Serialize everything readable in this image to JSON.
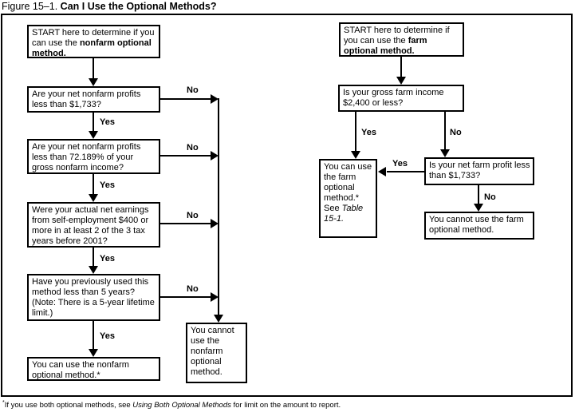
{
  "title": {
    "figure_label": "Figure 15–1.",
    "heading": "Can I Use the Optional Methods?"
  },
  "labels": {
    "yes": "Yes",
    "no": "No"
  },
  "nonfarm": {
    "start_plain": "START here to determine if you can use the ",
    "start_bold": "nonfarm optional method.",
    "q_profits": "Are your net nonfarm profits less than $1,733?",
    "q_percent": "Are your net nonfarm profits less than 72.189% of your gross nonfarm income?",
    "q_earnings": "Were your actual net earnings from self-employment $400 or more in at least 2 of the 3 tax years before 2001?",
    "q_years": "Have you previously used this method less than 5 years? (Note: There is a 5-year lifetime limit.)",
    "outcome_can": "You can use the nonfarm optional method.*",
    "outcome_cannot": "You cannot use the nonfarm optional method."
  },
  "farm": {
    "start_plain": "START here to determine if you can use the ",
    "start_bold": "farm optional method.",
    "q_gross": "Is your gross farm income $2,400 or less?",
    "q_profit": "Is your net farm profit less than $1,733?",
    "outcome_can_main": "You can use the farm optional method.* ",
    "outcome_can_see": "See ",
    "outcome_can_ref": "Table 15-1.",
    "outcome_cannot": "You cannot use the farm optional method."
  },
  "footnote": {
    "marker": "*",
    "text_plain": "If you use both optional methods, see ",
    "text_italic": "Using Both Optional Methods",
    "text_end": " for limit on the amount to report."
  }
}
